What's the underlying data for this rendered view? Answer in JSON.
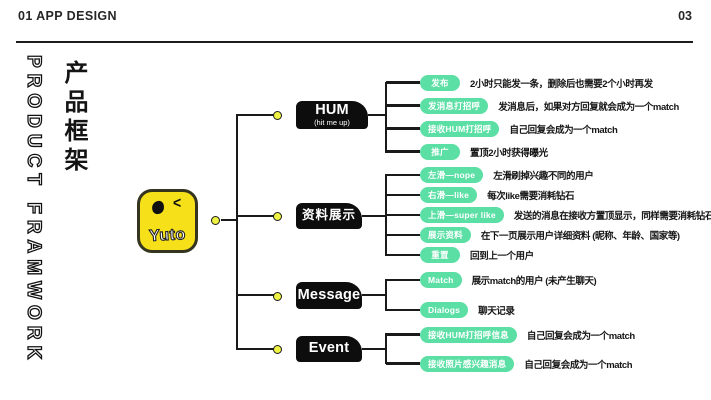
{
  "header": {
    "section": "01 APP DESIGN",
    "page": "03"
  },
  "sidebar": {
    "title_cn": "产品框架",
    "title_en": "PRODUCT FRAMWORK"
  },
  "app": {
    "name": "Yuto",
    "wink_glyph": "<"
  },
  "colors": {
    "pill_green": "#5CDFA5",
    "node_black": "#0D0D0D",
    "app_yellow": "#F5E01A",
    "dot_yellow": "#EDF243",
    "line_dark": "#1A1A1A"
  },
  "branches": [
    {
      "label": "HUM",
      "sublabel": "(hit me up)",
      "items": [
        {
          "tag": "发布",
          "desc": "2小时只能发一条，删除后也需要2个小时再发"
        },
        {
          "tag": "发消息打招呼",
          "desc": "发消息后，如果对方回复就会成为一个match"
        },
        {
          "tag": "接收HUM打招呼",
          "desc": "自己回复会成为一个match"
        },
        {
          "tag": "推广",
          "desc": "置顶2小时获得曝光"
        }
      ]
    },
    {
      "label": "资料展示",
      "sublabel": "",
      "items": [
        {
          "tag": "左滑—nope",
          "desc": "左滑刷掉兴趣不同的用户"
        },
        {
          "tag": "右滑—like",
          "desc": "每次like需要消耗钻石"
        },
        {
          "tag": "上滑—super like",
          "desc": "发送的消息在接收方置顶显示，同样需要消耗钻石"
        },
        {
          "tag": "展示资料",
          "desc": "在下一页展示用户详细资料 (昵称、年龄、国家等)"
        },
        {
          "tag": "重置",
          "desc": "回到上一个用户"
        }
      ]
    },
    {
      "label": "Message",
      "sublabel": "",
      "items": [
        {
          "tag": "Match",
          "desc": "展示match的用户 (未产生聊天)"
        },
        {
          "tag": "Dialogs",
          "desc": "聊天记录"
        }
      ]
    },
    {
      "label": "Event",
      "sublabel": "",
      "items": [
        {
          "tag": "接收HUM打招呼信息",
          "desc": "自己回复会成为一个match"
        },
        {
          "tag": "接收照片感兴趣消息",
          "desc": "自己回复会成为一个match"
        }
      ]
    }
  ]
}
